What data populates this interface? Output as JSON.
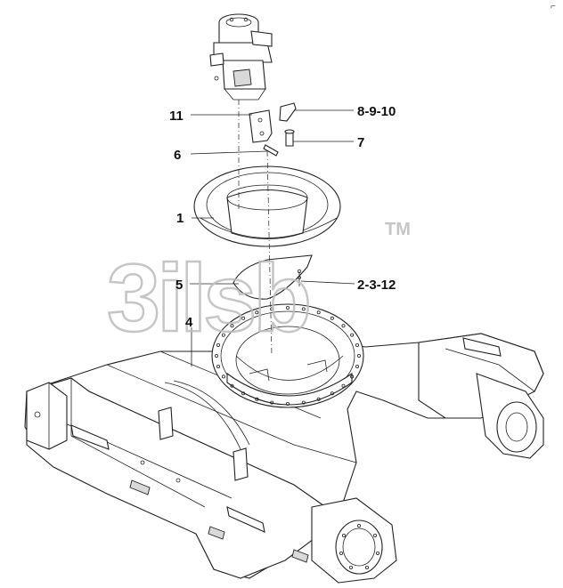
{
  "diagram": {
    "corner_mark": "⌐",
    "watermark": {
      "text": "3ilsb",
      "trademark": "TM"
    },
    "callouts": [
      {
        "id": "c1",
        "label": "1"
      },
      {
        "id": "c2",
        "label": "2-3-12"
      },
      {
        "id": "c4",
        "label": "4"
      },
      {
        "id": "c5",
        "label": "5"
      },
      {
        "id": "c6",
        "label": "6"
      },
      {
        "id": "c7",
        "label": "7"
      },
      {
        "id": "c8",
        "label": "8-9-10"
      },
      {
        "id": "c11",
        "label": "11"
      }
    ]
  }
}
